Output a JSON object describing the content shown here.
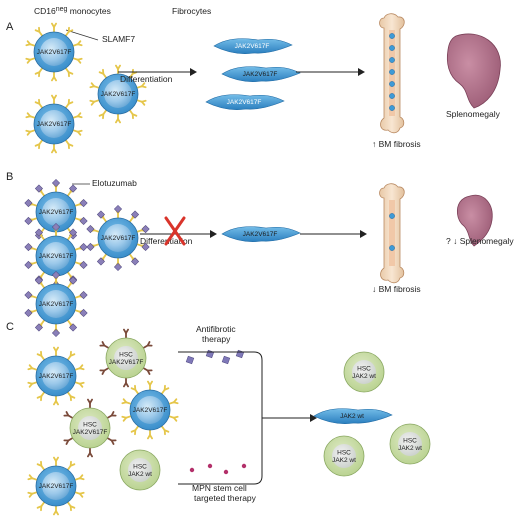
{
  "colors": {
    "monocyte_outer": "#4aa3d8",
    "monocyte_inner": "#9cc9ea",
    "hsc_outer": "#c8dba5",
    "hsc_inner": "#e3e6e3",
    "receptor_yellow": "#e5c64a",
    "receptor_brown": "#7a4a3a",
    "elotuzumab_purple": "#8a7fb8",
    "fibrocyte_blue": "#3f9ad6",
    "bone": "#f3ddc5",
    "spleen": "#b07088",
    "cross_red": "#d9342b",
    "antifibrotic_square": "#7f78b8",
    "stem_dot": "#b3306a"
  },
  "panel_a": {
    "letter": "A",
    "header_monocytes": "CD16",
    "header_monocytes_sup": "neg",
    "header_monocytes_tail": "monocytes",
    "header_fibrocytes": "Fibrocytes",
    "slamf7_label": "SLAMF7",
    "cells": [
      "JAK2V617F",
      "JAK2V617F",
      "JAK2V617F"
    ],
    "fibrocytes": [
      "JAK2V617F",
      "JAK2V617F",
      "JAK2V617F"
    ],
    "arrow_label": "Differentiation",
    "bm_label": "↑ BM fibrosis",
    "spleen_label": "Splenomegaly"
  },
  "panel_b": {
    "letter": "B",
    "elotuzumab_label": "Elotuzumab",
    "cells": [
      "JAK2V617F",
      "JAK2V617F",
      "JAK2V617F",
      "JAK2V617F"
    ],
    "fibrocytes": [
      "JAK2V617F"
    ],
    "arrow_label": "Differentiation",
    "bm_label": "↓ BM fibrosis",
    "spleen_label": "? ↓ Splenomegaly"
  },
  "panel_c": {
    "letter": "C",
    "monocytes": [
      "JAK2V617F",
      "JAK2V617F",
      "JAK2V617F"
    ],
    "hsc_mutant": [
      "HSC\nJAK2V617F",
      "HSC\nJAK2V617F"
    ],
    "hsc_wt_left": "HSC\nJAK2 wt",
    "antifibrotic_label_1": "Antifibrotic",
    "antifibrotic_label_2": "therapy",
    "stem_label_1": "MPN stem cell",
    "stem_label_2": "targeted therapy",
    "result_fibrocyte": "JAK2 wt",
    "result_hsc": [
      "HSC\nJAK2 wt",
      "HSC\nJAK2 wt",
      "HSC\nJAK2 wt"
    ]
  }
}
